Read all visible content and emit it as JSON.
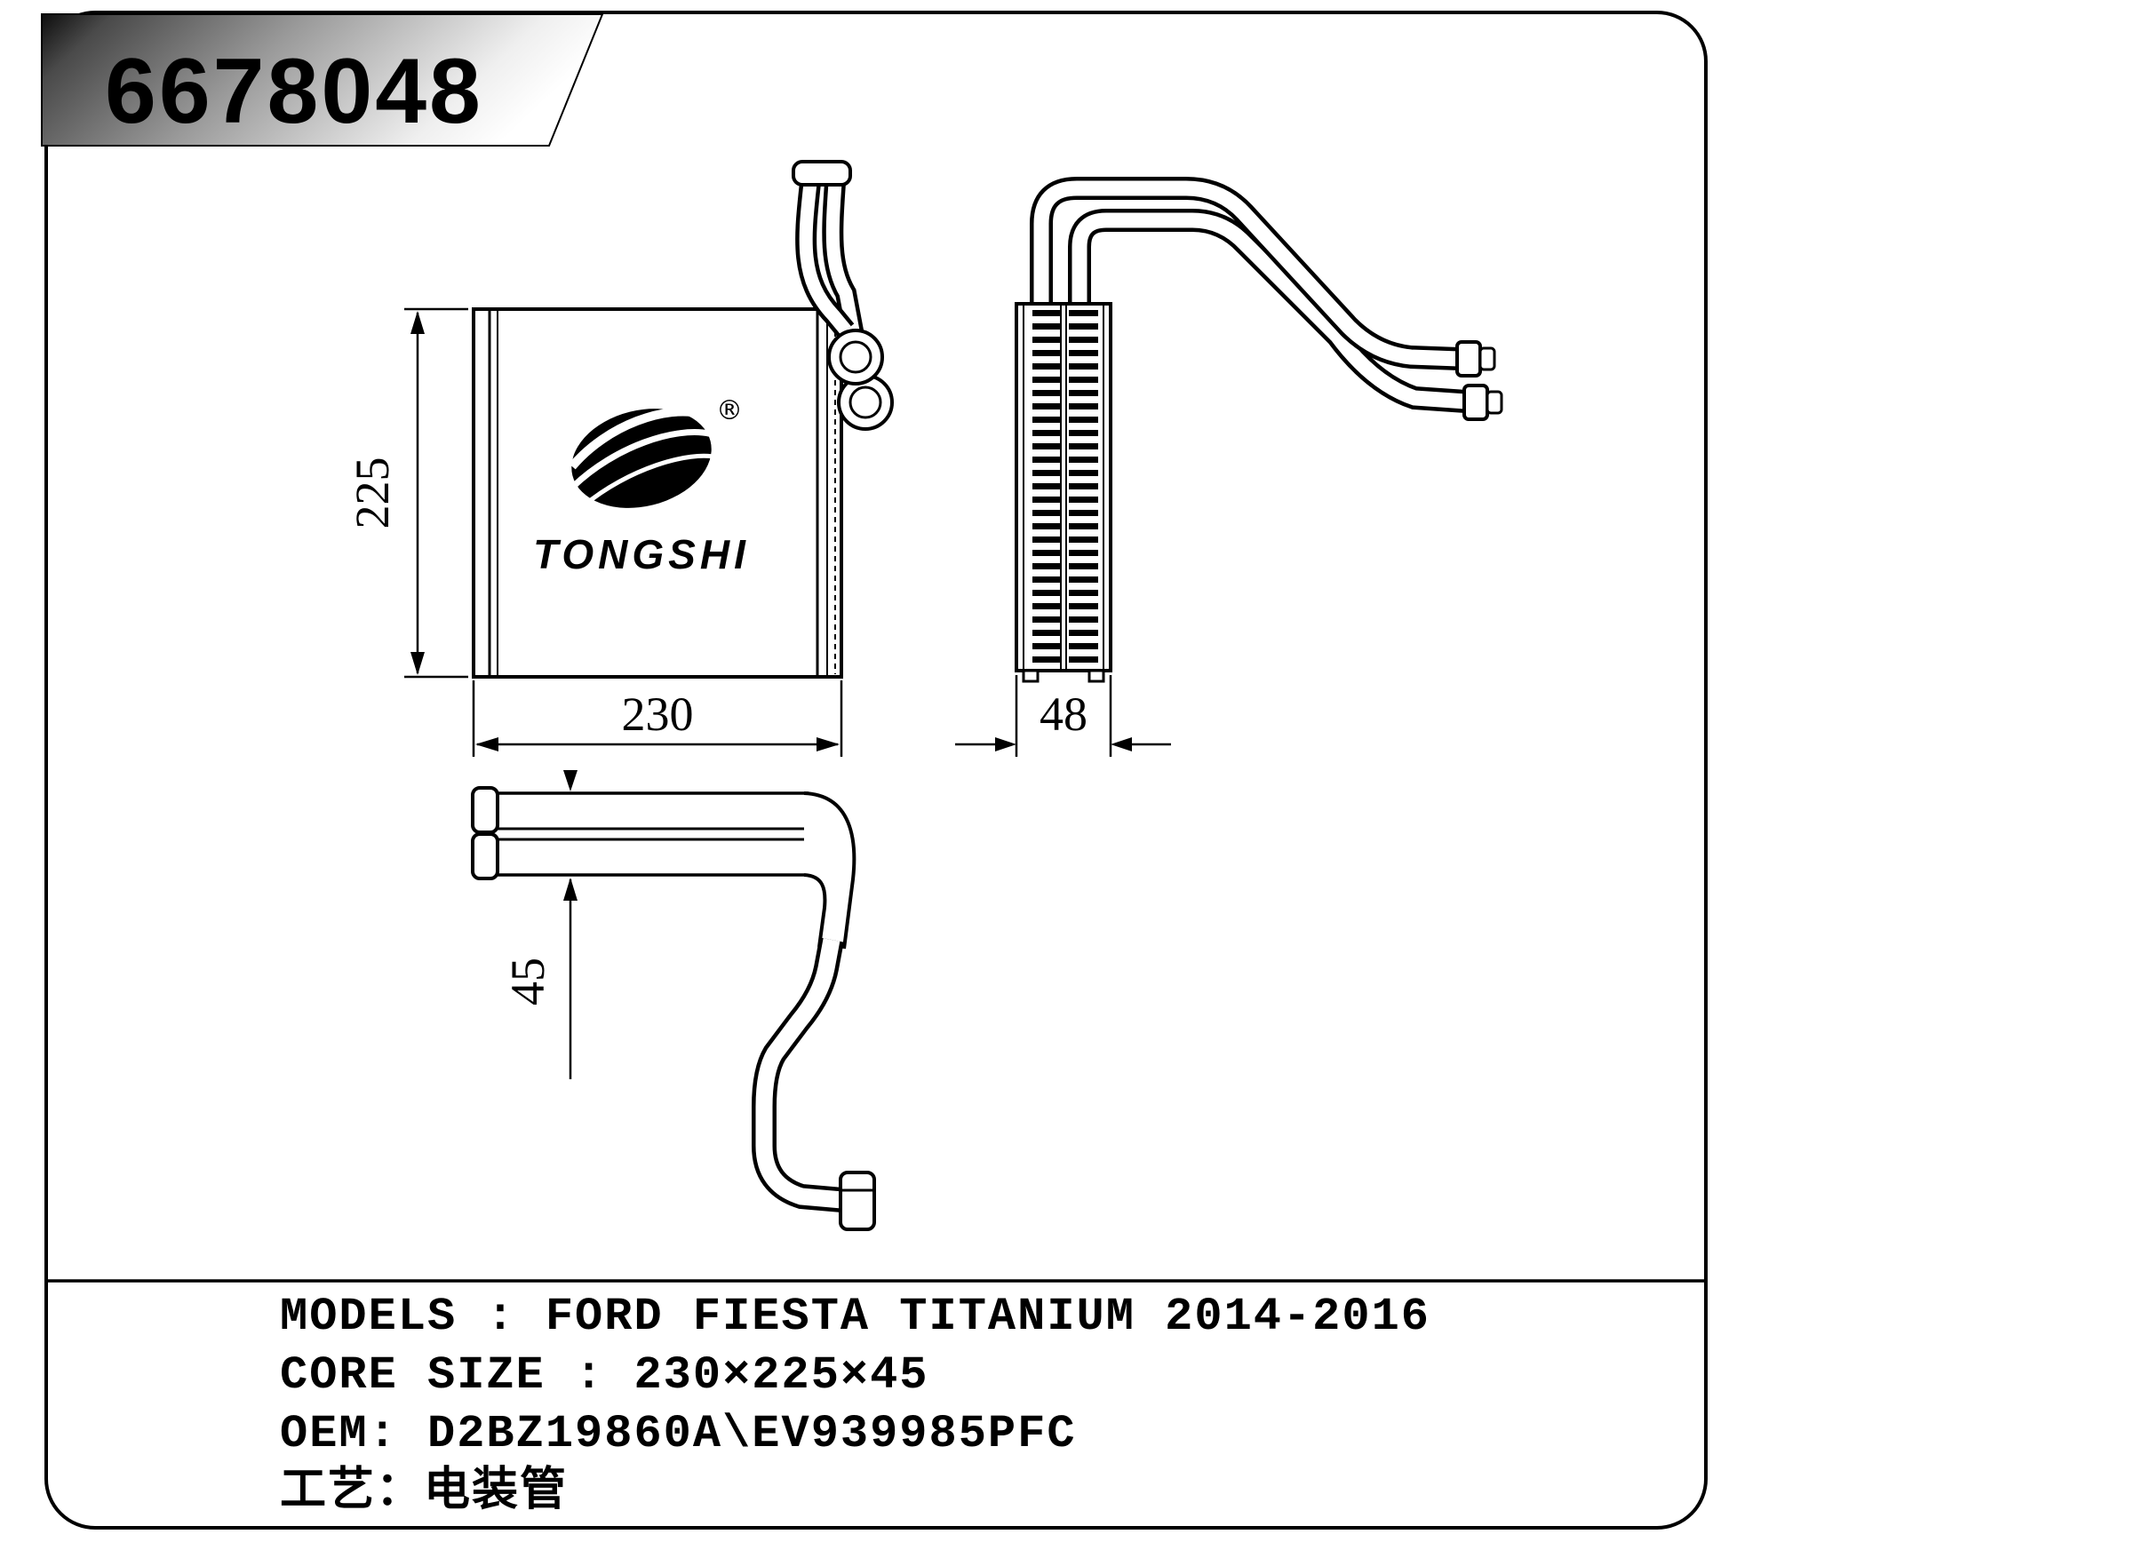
{
  "banner": {
    "part_number": "6678048"
  },
  "logo": {
    "brand": "TONGSHI",
    "registered_mark": "®"
  },
  "dimensions": {
    "core_height_mm": "225",
    "core_width_mm": "230",
    "overall_depth_mm": "48",
    "core_depth_mm": "45"
  },
  "specs": {
    "models": "MODELS : FORD FIESTA TITANIUM 2014-2016",
    "core_size": "CORE SIZE : 230×225×45",
    "oem": "OEM: D2BZ19860A\\EV939985PFC",
    "process": "工艺：电装管"
  },
  "colors": {
    "line": "#000000",
    "background": "#ffffff",
    "banner_dark": "#0d0d0d",
    "banner_light": "#ffffff"
  }
}
